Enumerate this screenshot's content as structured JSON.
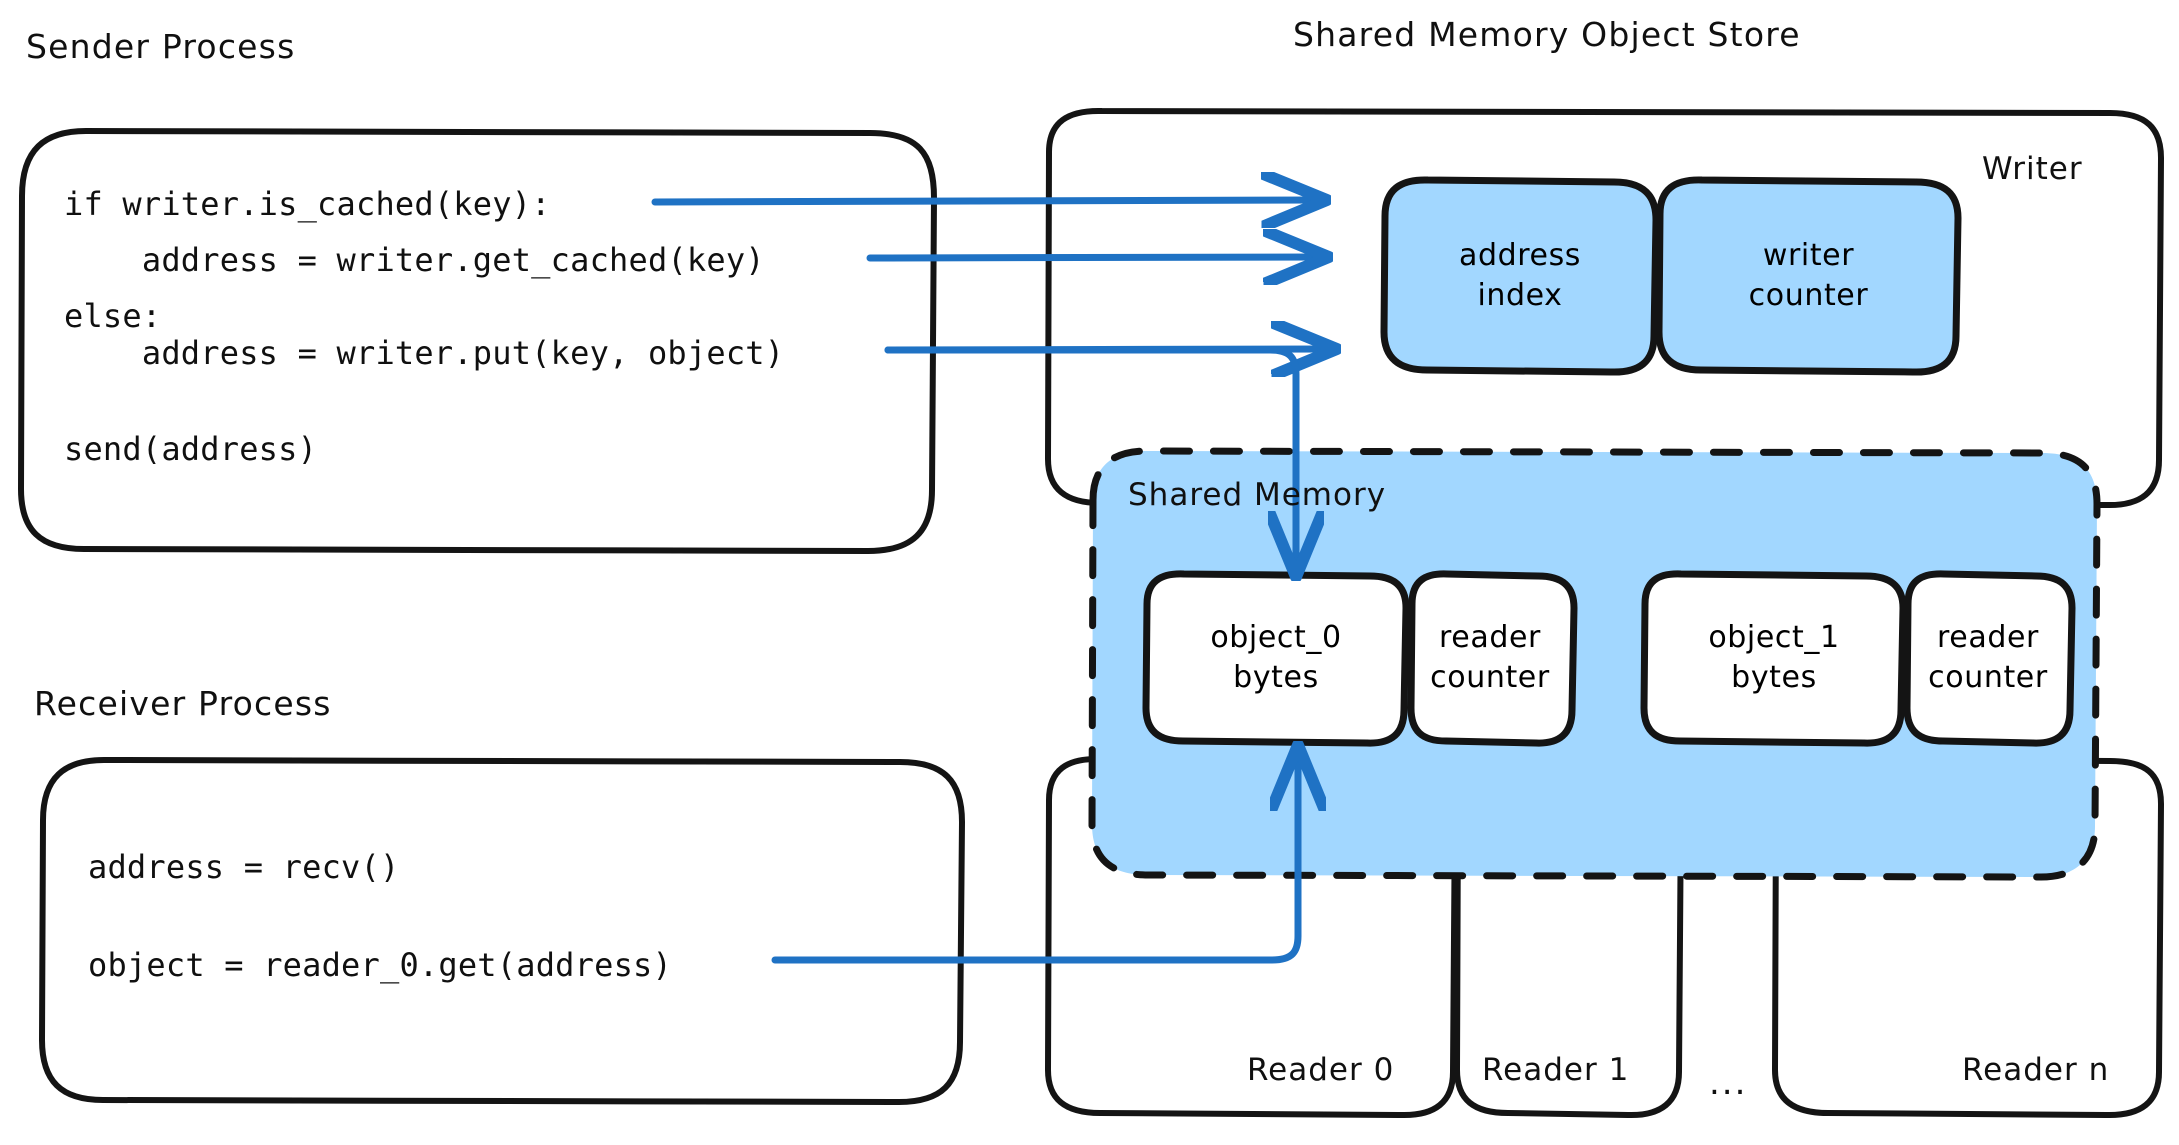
{
  "diagram": {
    "title_left": "Sender Process",
    "title_left_lower": "Receiver Process",
    "title_right": "Shared Memory Object Store"
  },
  "colors": {
    "accent_blue_fill": "#a2d7ff",
    "arrow_blue": "#1f72c4",
    "stroke_black": "#141414",
    "page_background": "#ffffff",
    "box_white": "#ffffff"
  },
  "sender_process": {
    "label": "Sender Process",
    "code_lines": [
      "if writer.is_cached(key):",
      "    address = writer.get_cached(key)",
      "else:",
      "    address = writer.put(key, object)",
      "",
      "send(address)"
    ]
  },
  "receiver_process": {
    "label": "Receiver Process",
    "code_lines": [
      "address = recv()",
      "",
      "object = reader_0.get(address)"
    ]
  },
  "object_store": {
    "label": "Shared Memory Object Store",
    "writer": {
      "label": "Writer",
      "cells": [
        {
          "line1": "address",
          "line2": "index"
        },
        {
          "line1": "writer",
          "line2": "counter"
        }
      ]
    },
    "shared_memory": {
      "label": "Shared Memory",
      "slots": [
        {
          "object": {
            "line1": "object_0",
            "line2": "bytes"
          },
          "counter": {
            "line1": "reader",
            "line2": "counter"
          }
        },
        {
          "object": {
            "line1": "object_1",
            "line2": "bytes"
          },
          "counter": {
            "line1": "reader",
            "line2": "counter"
          }
        }
      ]
    },
    "readers": [
      {
        "label": "Reader 0"
      },
      {
        "label": "Reader 1"
      },
      {
        "label": "Reader n"
      }
    ],
    "readers_ellipsis": "..."
  },
  "connections": [
    {
      "from": "if writer.is_cached(key):",
      "to": "address index",
      "style": "straight-arrow"
    },
    {
      "from": "address = writer.get_cached(key)",
      "to": "address index",
      "style": "straight-arrow"
    },
    {
      "from": "address = writer.put(key, object)",
      "to": "address index",
      "style": "straight-arrow"
    },
    {
      "from": "address = writer.put(key, object)",
      "to": "object_0 bytes",
      "style": "elbow-arrow-down"
    },
    {
      "from": "object = reader_0.get(address)",
      "to": "object_0 bytes",
      "style": "elbow-arrow-up"
    }
  ]
}
